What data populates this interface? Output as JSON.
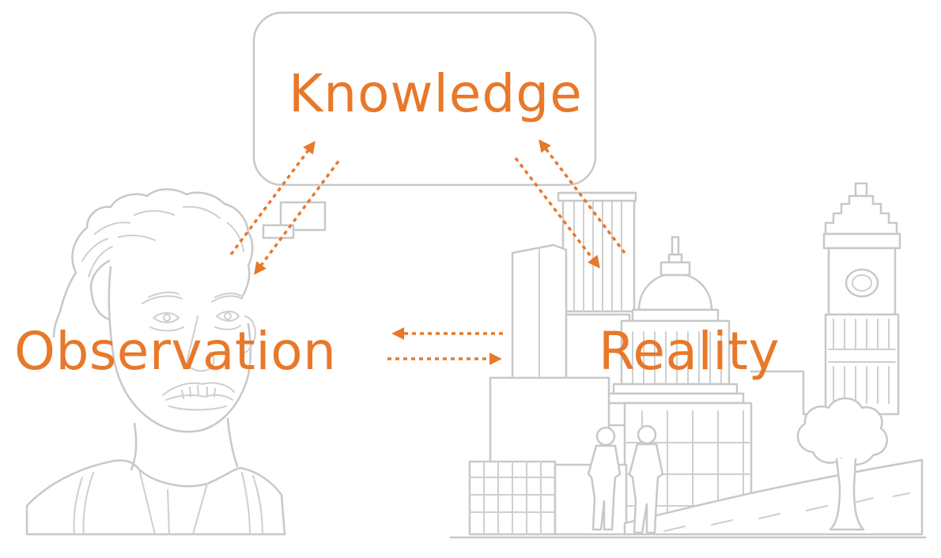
{
  "labels": {
    "knowledge": "Knowledge",
    "observation": "Observation",
    "reality": "Reality"
  },
  "colors": {
    "accent": "#E8782A",
    "outline": "#c8c8c8",
    "background": "#ffffff"
  },
  "icons": {
    "person": "portrait-sketch-icon",
    "city": "city-skyline-icon",
    "knowledge_box": "rounded-box"
  }
}
